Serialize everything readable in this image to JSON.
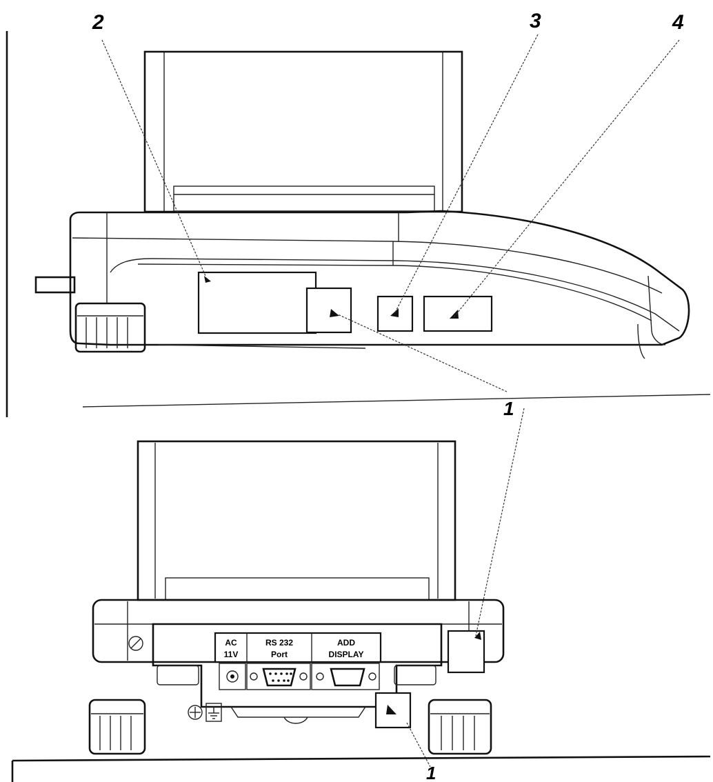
{
  "callouts": {
    "top": [
      "2",
      "3",
      "4",
      "1"
    ],
    "bottom": [
      "1",
      "1"
    ]
  },
  "back_panel": {
    "ac_line1": "AC",
    "ac_line2": "11V",
    "rs232_line1": "RS 232",
    "rs232_line2": "Port",
    "add_line1": "ADD",
    "add_line2": "DISPLAY"
  },
  "icons": [
    "ground-icon",
    "earth-terminal-icon",
    "screw-icon"
  ]
}
